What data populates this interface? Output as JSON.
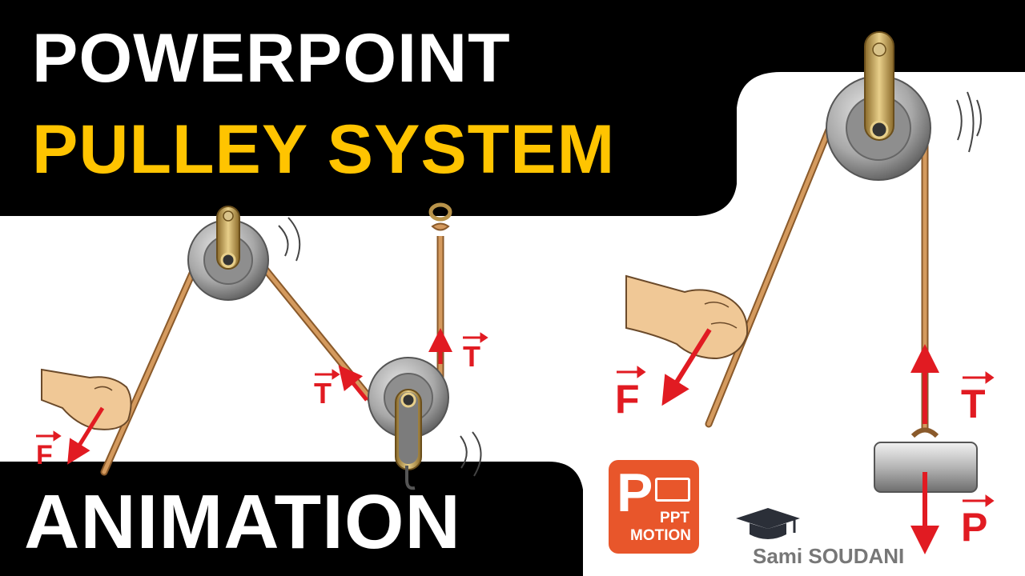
{
  "title": {
    "line1": "POWERPOINT",
    "line2": "PULLEY SYSTEM",
    "line3": "ANIMATION"
  },
  "vectors": {
    "f_left": "F",
    "t_left_a": "T",
    "t_left_b": "T",
    "f_right": "F",
    "t_right": "T",
    "p_right": "P"
  },
  "logo": {
    "letter": "P",
    "line1": "PPT",
    "line2": "MOTION"
  },
  "author": "Sami SOUDANI",
  "colors": {
    "banner": "#000000",
    "title_white": "#ffffff",
    "title_yellow": "#ffc400",
    "arrow_red": "#e11b22",
    "rope": "#c98a4b",
    "pulley": "#9e9e9e",
    "bracket": "#b8934a",
    "logo_orange": "#e8562b"
  }
}
